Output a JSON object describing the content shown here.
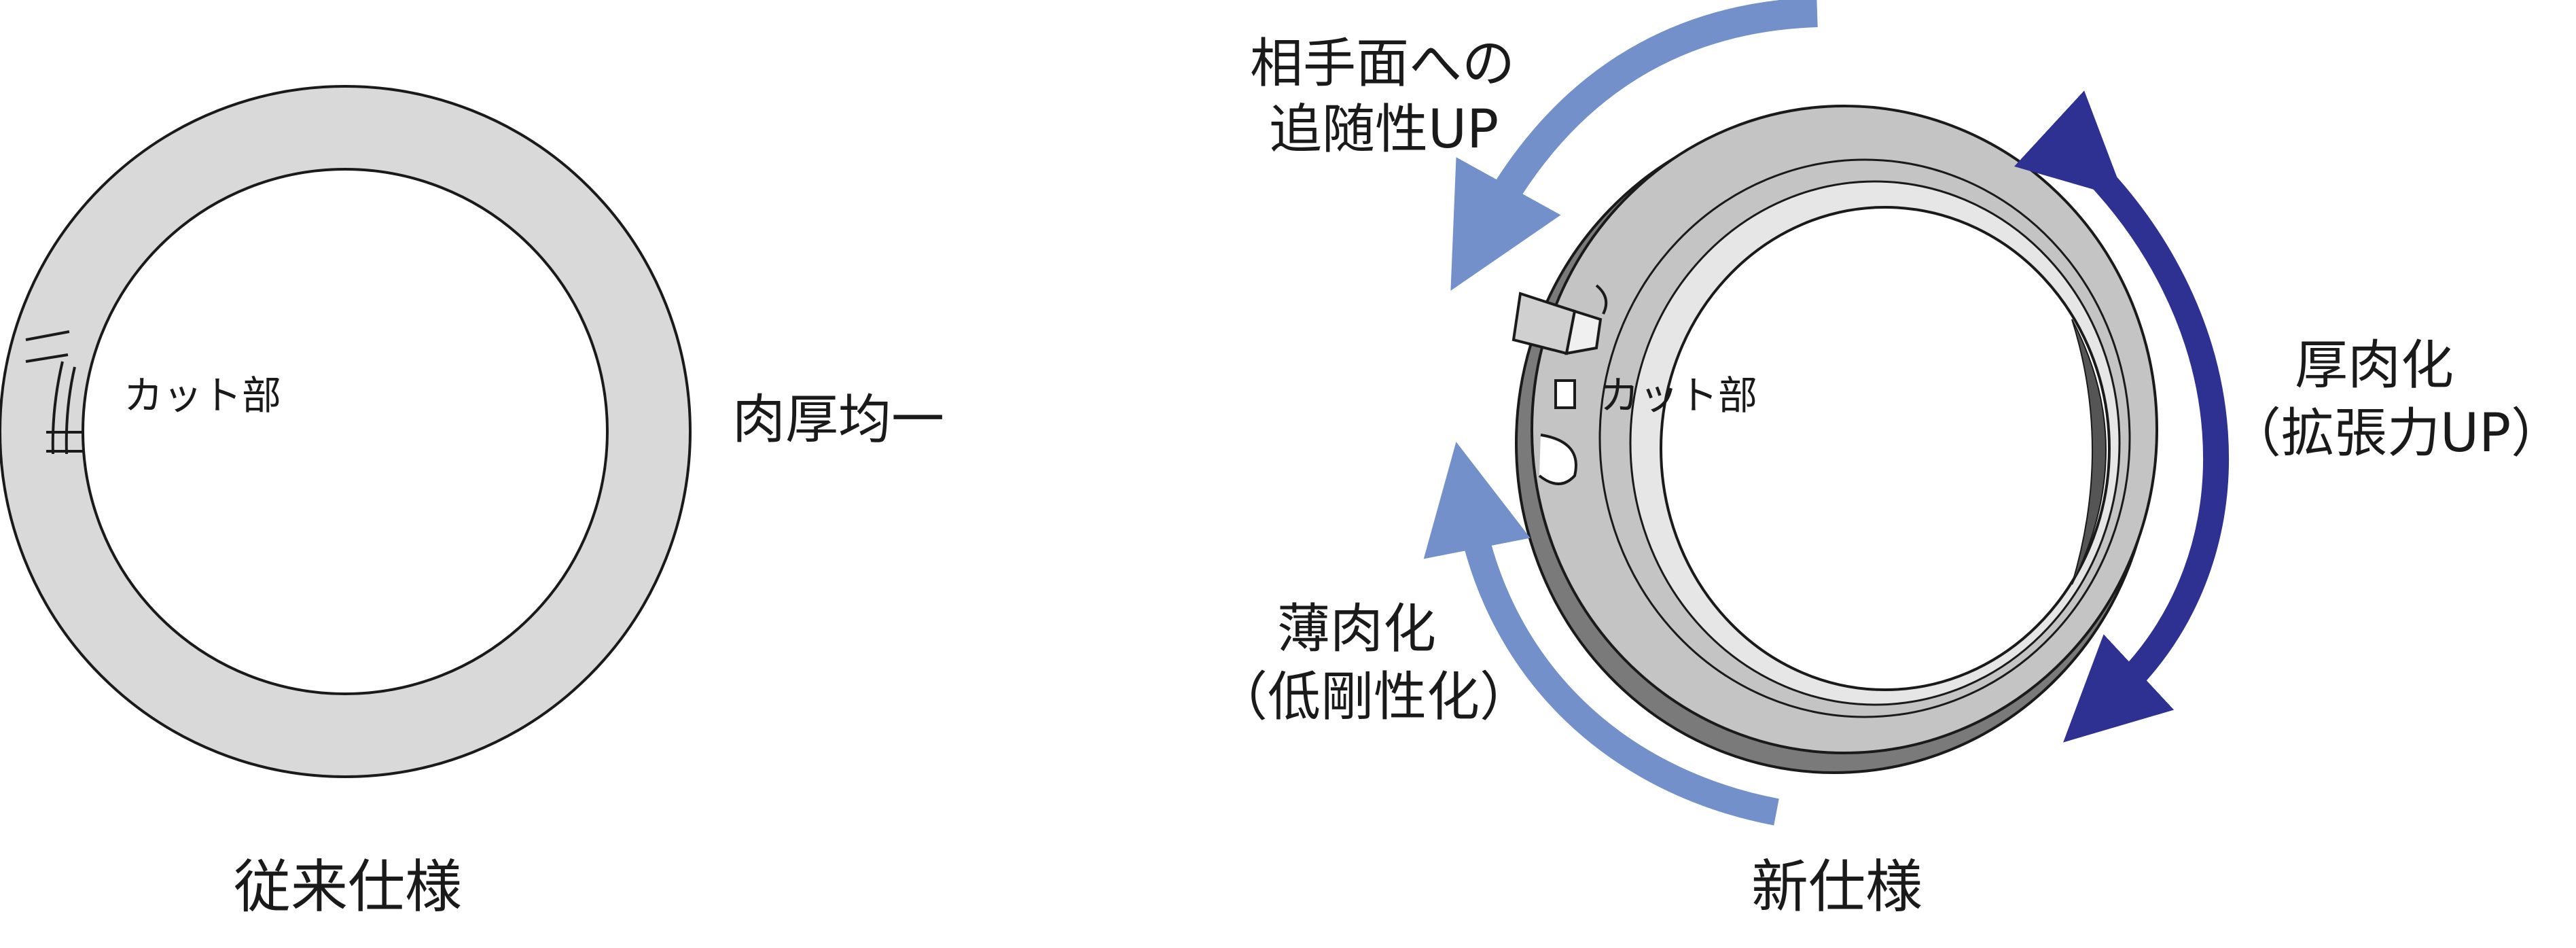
{
  "labels": {
    "cut_left": "カット部",
    "uniform": "肉厚均一",
    "old_spec": "従来仕様",
    "follow_line1": "相手面への",
    "follow_line2": "追随性UP",
    "cut_right": "カット部",
    "thick_line1": "厚肉化",
    "thick_line2": "（拡張力UP）",
    "thin_line1": "薄肉化",
    "thin_line2": "（低剛性化）",
    "new_spec": "新仕様"
  },
  "colors": {
    "ring_fill": "#d9d9d9",
    "ring_3d_top": "#c4c4c4",
    "ring_3d_side": "#7a7a7a",
    "arrow_light": "#7390cb",
    "arrow_dark": "#2e3192",
    "outline": "#1a1a1a"
  }
}
